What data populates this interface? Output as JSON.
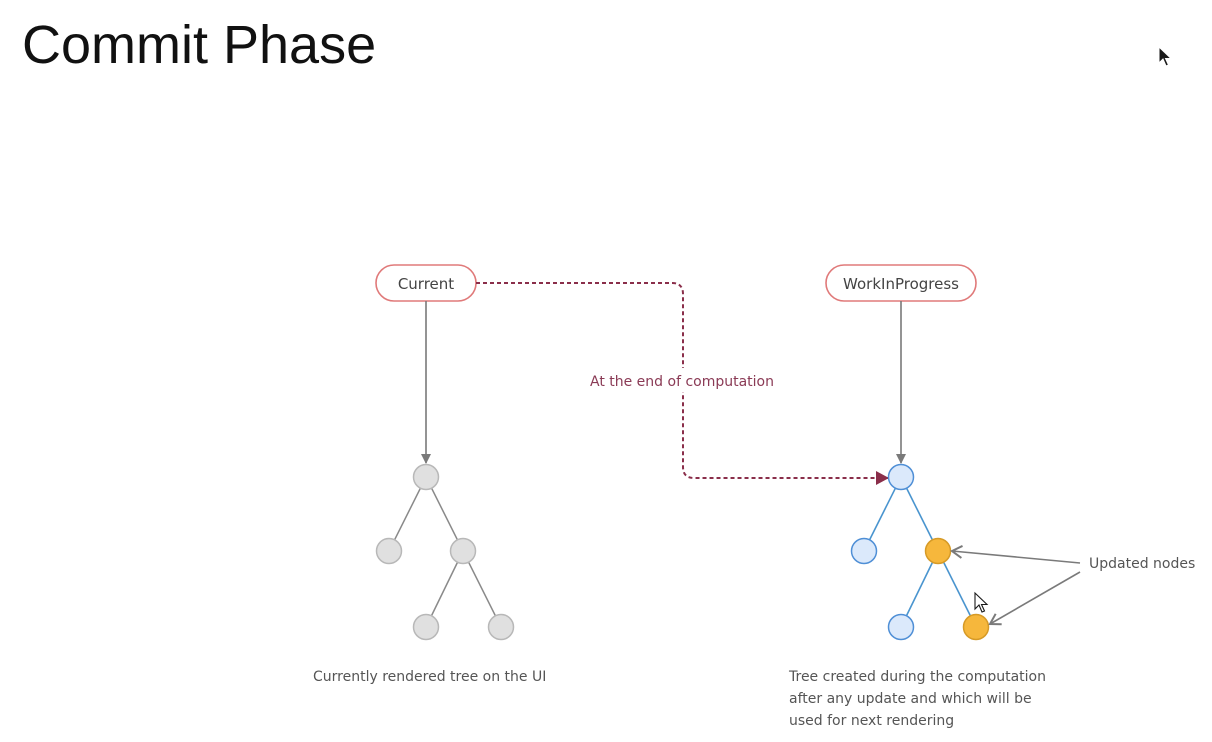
{
  "slide": {
    "title": "Commit Phase"
  },
  "diagram": {
    "current_label": "Current",
    "wip_label": "WorkInProgress",
    "link_label": "At the end of computation",
    "current_caption": "Currently rendered tree on the UI",
    "wip_caption": [
      "Tree  created during the computation",
      "after any update and which will be",
      "used for next rendering"
    ],
    "updated_label": "Updated nodes"
  },
  "colors": {
    "pill_border": "#e07a7a",
    "dashed_link": "#8a2e4a",
    "gray_node_fill": "#e0e0e0",
    "gray_node_stroke": "#b8b8b8",
    "blue_node_fill": "#dbe9fb",
    "blue_node_stroke": "#4f8fd6",
    "blue_edge": "#4a95cf",
    "orange_node_fill": "#f6b73c",
    "orange_node_stroke": "#d69a26",
    "arrow_gray": "#7a7a7a"
  },
  "icons": {
    "cursor_top": "mouse-pointer-icon",
    "cursor_near_node": "mouse-pointer-icon"
  }
}
